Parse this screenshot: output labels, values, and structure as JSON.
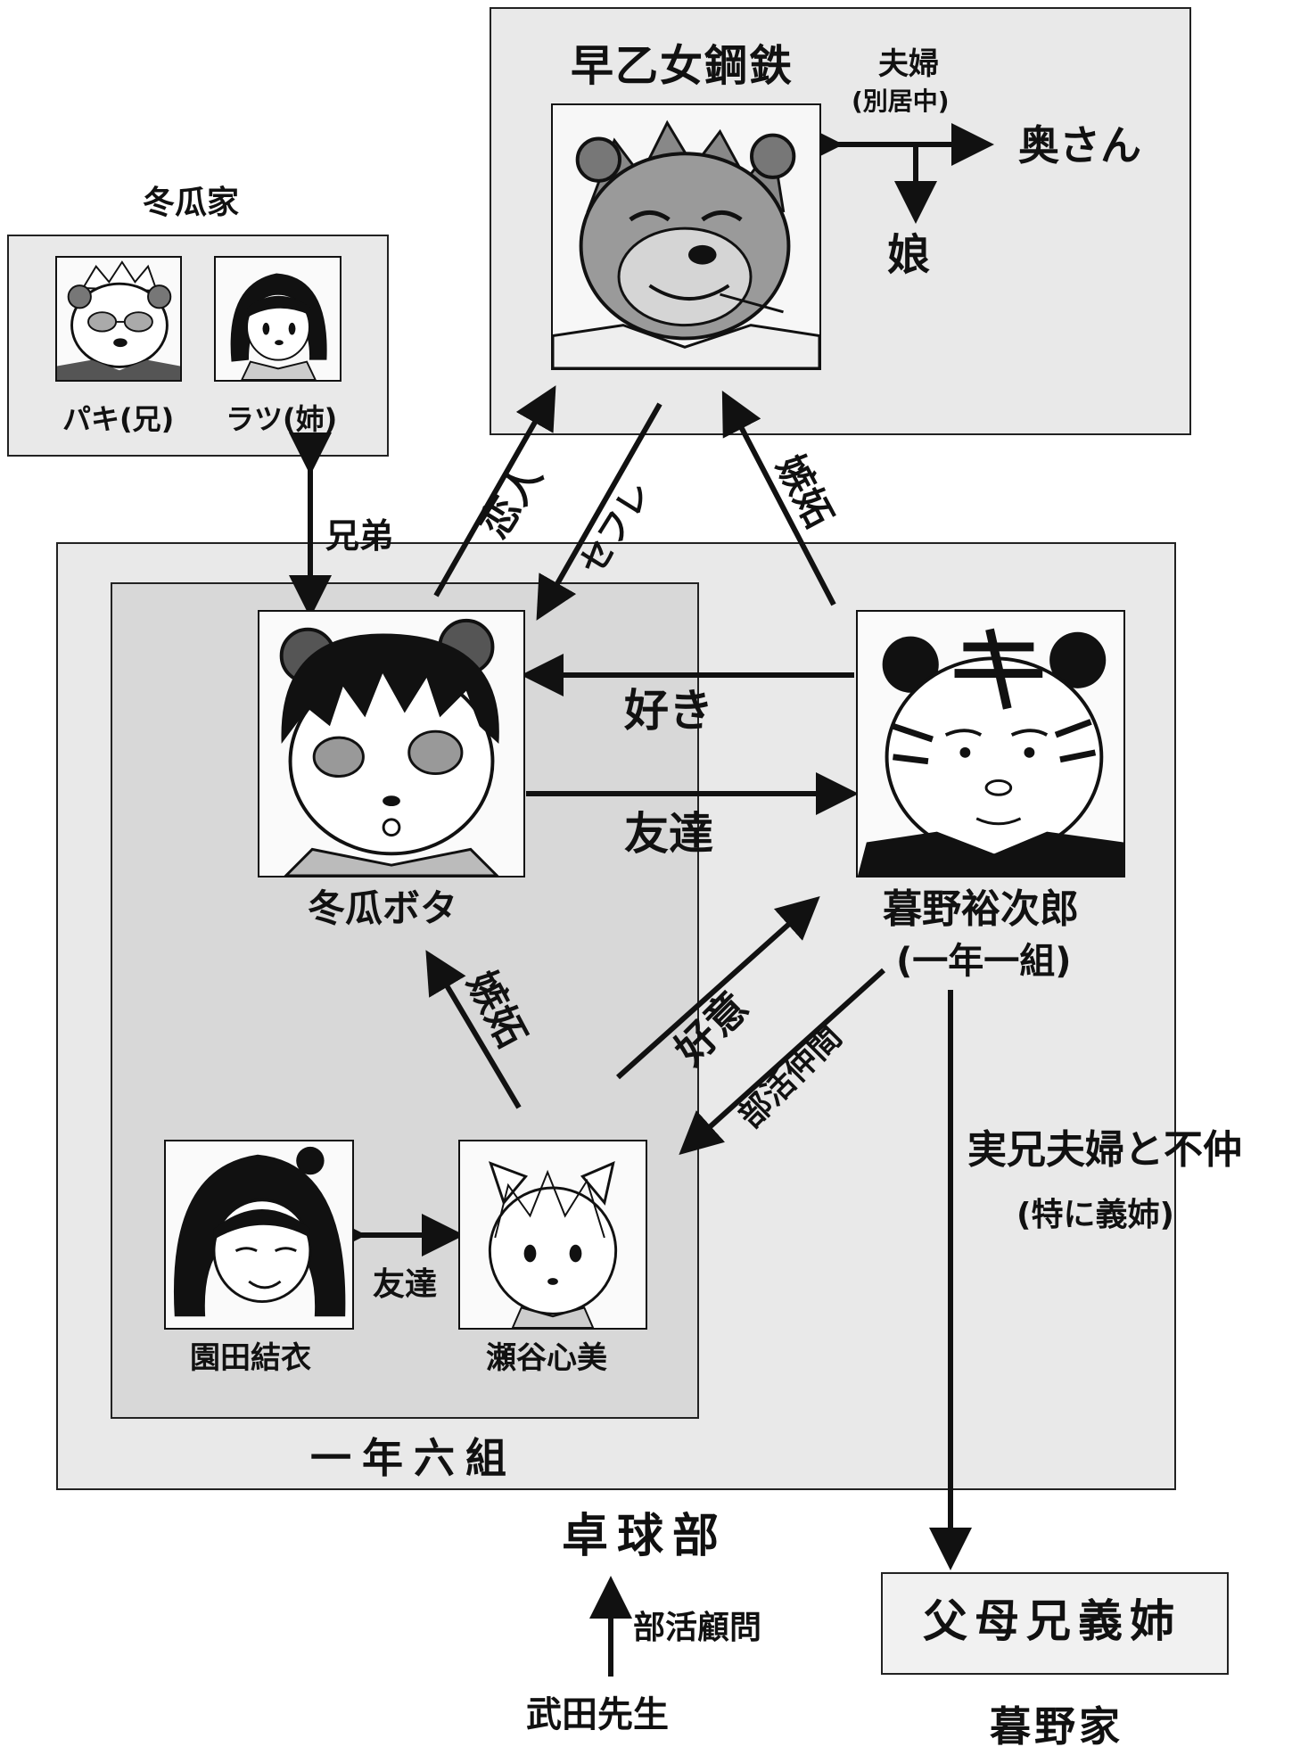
{
  "groups": {
    "saotome_box_title": "早乙女鋼鉄",
    "fuyuuri_family_title": "冬瓜家",
    "class_label": "一年六組",
    "pingpong_club": "卓球部",
    "kureno_family_box": "父母兄義姉",
    "kureno_family_title": "暮野家"
  },
  "characters": {
    "saotome": {
      "icon": "bear-adult-icon"
    },
    "paki": {
      "name": "パキ(兄)",
      "icon": "panda-brother-icon"
    },
    "ratsu": {
      "name": "ラツ(姉)",
      "icon": "sister-icon"
    },
    "bota": {
      "name": "冬瓜ボタ",
      "icon": "panda-boy-icon"
    },
    "yujiro": {
      "name": "暮野裕次郎",
      "sub": "(一年一組)",
      "icon": "tiger-boy-icon"
    },
    "yui": {
      "name": "園田結衣",
      "icon": "girl-icon"
    },
    "kokomi": {
      "name": "瀬谷心美",
      "icon": "cat-girl-icon"
    }
  },
  "relations": {
    "spouse": "夫婦",
    "separated": "(別居中)",
    "wife": "奥さん",
    "daughter": "娘",
    "siblings": "兄弟",
    "love": "恋人",
    "sefure": "セフレ",
    "jealousy_saotome": "嫉妬",
    "likes": "好き",
    "friends_bota": "友達",
    "jealousy_bota": "嫉妬",
    "crush": "好意",
    "club_mate": "部活仲間",
    "friends_girls": "友達",
    "family_conflict": "実兄夫婦と不仲",
    "family_conflict_sub": "(特に義姉)",
    "club_advisor": "部活顧問",
    "takeda": "武田先生"
  }
}
